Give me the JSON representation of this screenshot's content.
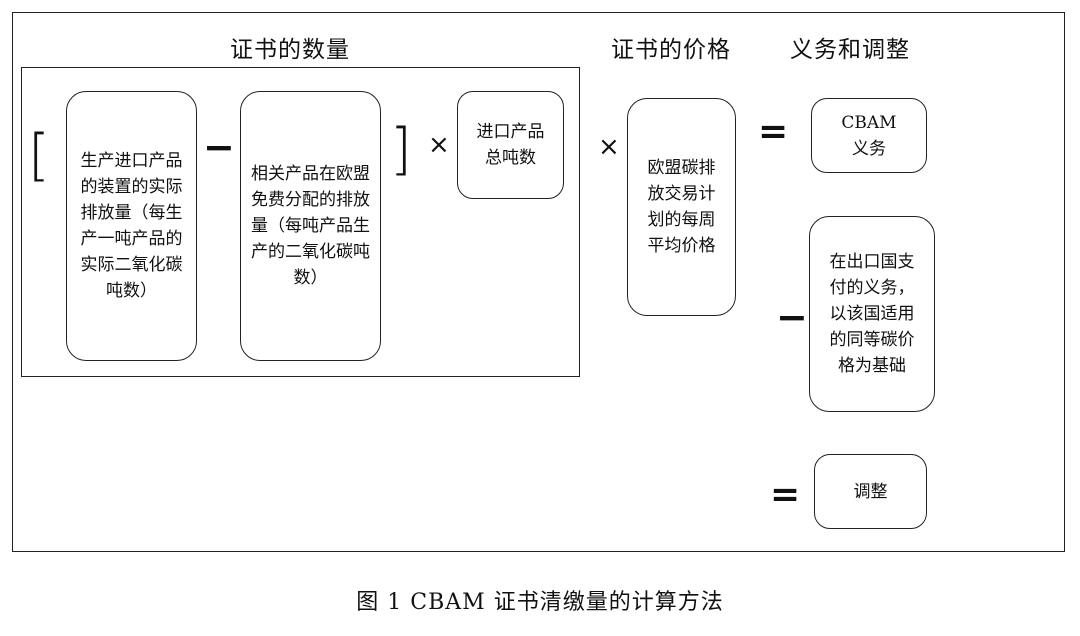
{
  "headings": {
    "quantity": "证书的数量",
    "price": "证书的价格",
    "obligation": "义务和调整"
  },
  "boxes": {
    "emissions": "生产进口产品的装置的实际排放量（每生产一吨产品的实际二氧化碳吨数）",
    "free_allocation": "相关产品在欧盟免费分配的排放量（每吨产品生产的二氧化碳吨数）",
    "import_tonnage": "进口产品总吨数",
    "ets_price": "欧盟碳排放交易计划的每周平均价格",
    "cbam_obligation": "CBAM义务",
    "origin_payment": "在出口国支付的义务，以该国适用的同等碳价格为基础",
    "adjustment": "调整"
  },
  "operators": {
    "open_bracket": "[",
    "minus": "−",
    "close_bracket": "]",
    "times": "×",
    "equals": "="
  },
  "caption": "图 1 CBAM 证书清缴量的计算方法"
}
